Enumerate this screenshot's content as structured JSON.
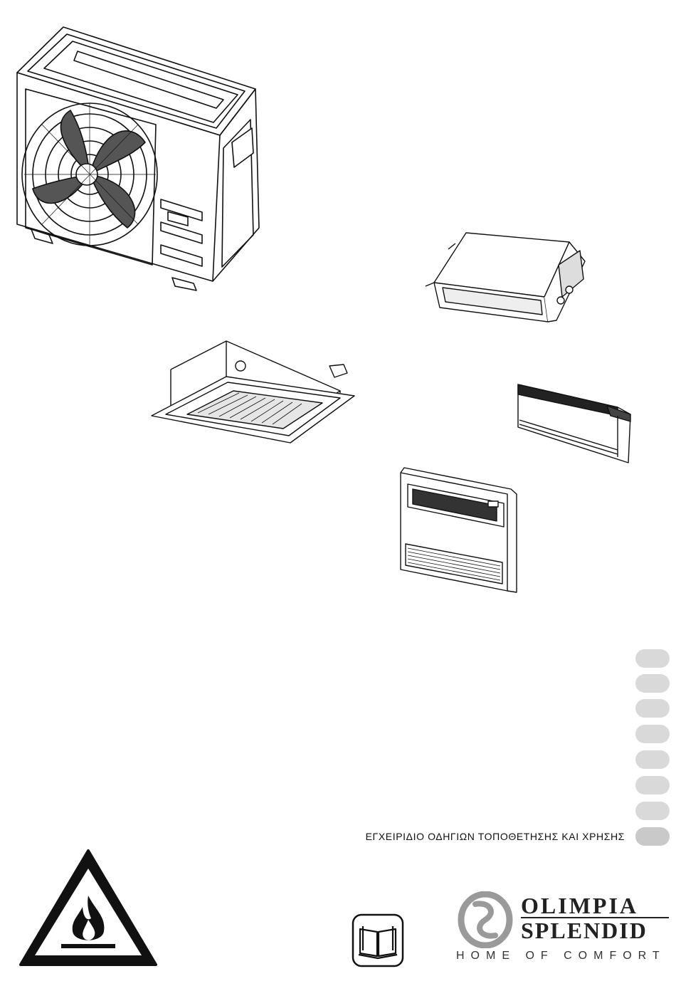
{
  "manual_title": "ΕΓΧΕΙΡΙΔΙΟ ΟΔΗΓΙΩΝ ΤΟΠΟΘΕΤΗΣΗΣ ΚΑΙ ΧΡΗΣΗΣ",
  "brand": {
    "line1": "OLIMPIA",
    "line2": "SPLENDID",
    "tagline": "HOME OF COMFORT"
  },
  "colors": {
    "lang_dot": "#d9d9d9",
    "warning_black": "#111111",
    "logo_gray": "#9a9a9a"
  },
  "language_tabs": 8,
  "icons": [
    "flammable-warning-icon",
    "read-manual-icon",
    "brand-logo-mark"
  ]
}
